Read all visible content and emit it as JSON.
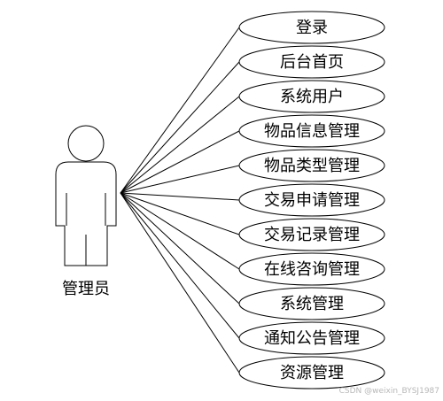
{
  "actor": {
    "label": "管理员",
    "icon": "stick-figure-actor-icon"
  },
  "use_cases": [
    {
      "label": "登录"
    },
    {
      "label": "后台首页"
    },
    {
      "label": "系统用户"
    },
    {
      "label": "物品信息管理"
    },
    {
      "label": "物品类型管理"
    },
    {
      "label": "交易申请管理"
    },
    {
      "label": "交易记录管理"
    },
    {
      "label": "在线咨询管理"
    },
    {
      "label": "系统管理"
    },
    {
      "label": "通知公告管理"
    },
    {
      "label": "资源管理"
    }
  ],
  "watermark": "CSDN @weixin_BYSJ1987"
}
